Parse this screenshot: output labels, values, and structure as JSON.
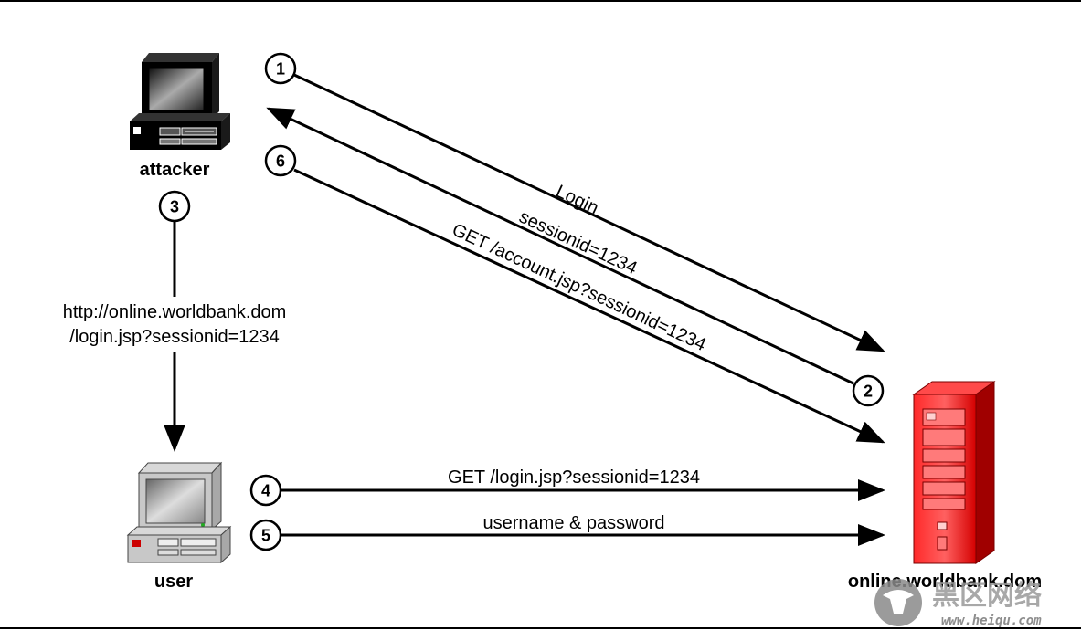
{
  "nodes": {
    "attacker": {
      "label": "attacker"
    },
    "user": {
      "label": "user"
    },
    "server": {
      "label": "online.worldbank.dom"
    }
  },
  "steps": [
    {
      "num": "1",
      "label": "Login"
    },
    {
      "num": "2",
      "label": "sessionid=1234"
    },
    {
      "num": "3",
      "label_line1": "http://online.worldbank.dom",
      "label_line2": "/login.jsp?sessionid=1234"
    },
    {
      "num": "4",
      "label": "GET /login.jsp?sessionid=1234"
    },
    {
      "num": "5",
      "label": "username & password"
    },
    {
      "num": "6",
      "label": "GET /account.jsp?sessionid=1234"
    }
  ],
  "watermark": {
    "text": "黑区网络",
    "url": "www.heiqu.com"
  },
  "colors": {
    "server": "#e00000",
    "line": "#000000"
  }
}
